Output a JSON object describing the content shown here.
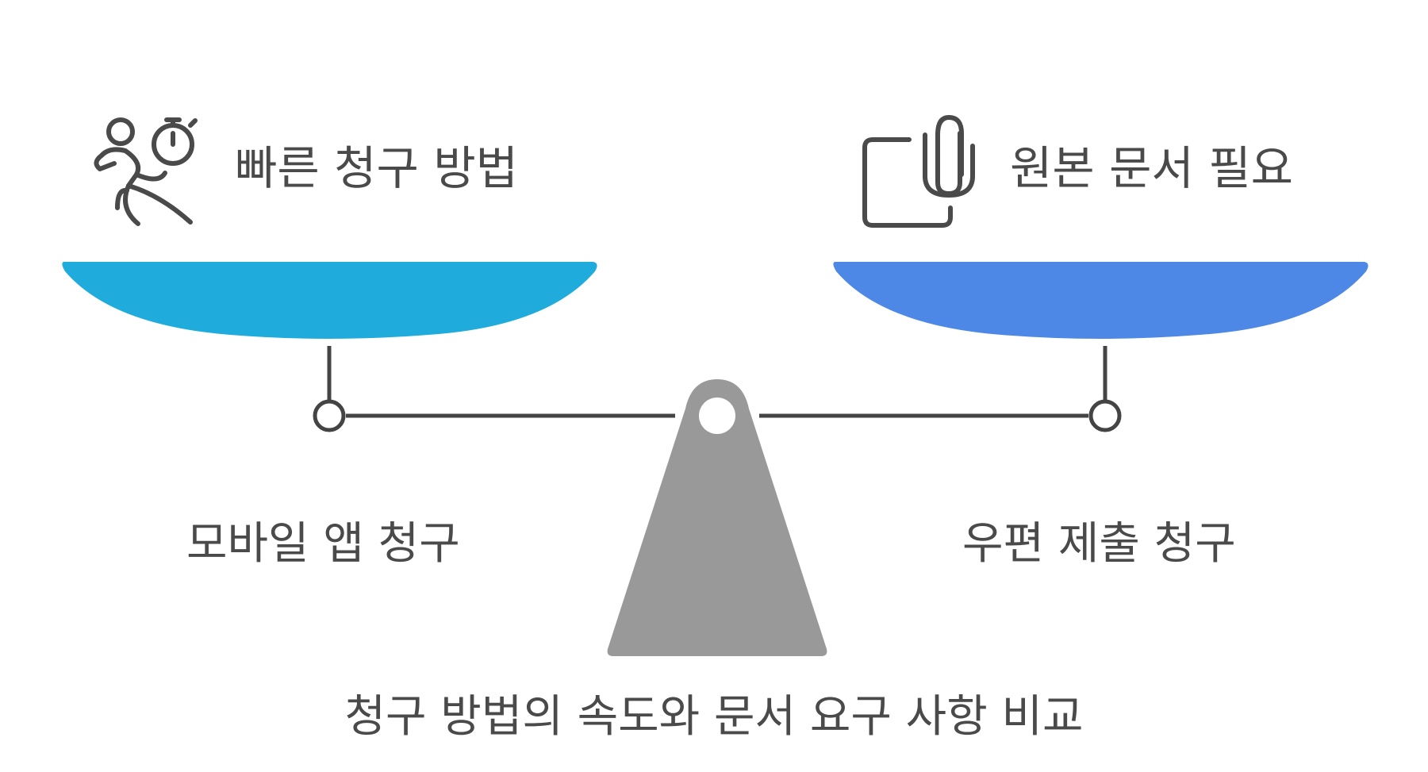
{
  "left": {
    "heading": "빠른 청구 방법",
    "sublabel": "모바일 앱 청구",
    "icon": "running-stopwatch-icon",
    "pan_color": "#1FACDC"
  },
  "right": {
    "heading": "원본 문서 필요",
    "sublabel": "우편 제출 청구",
    "icon": "paperclip-document-icon",
    "pan_color": "#4E88E6"
  },
  "caption": "청구 방법의 속도와 문서 요구 사항 비교",
  "colors": {
    "text": "#4A4A4A",
    "line": "#444444",
    "fulcrum": "#999999"
  }
}
